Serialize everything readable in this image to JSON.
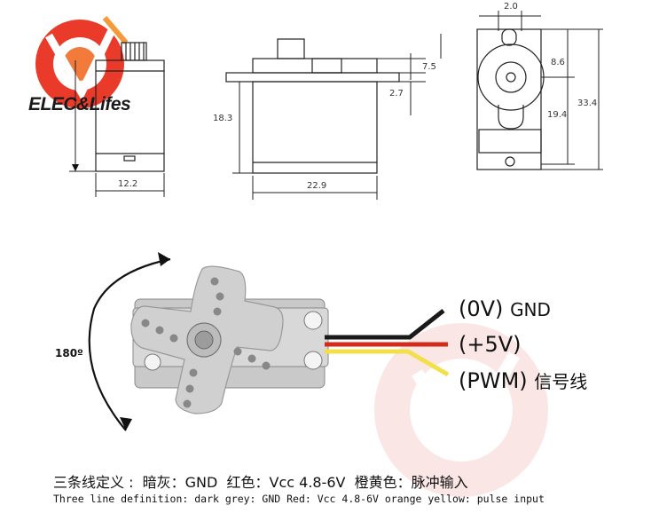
{
  "brand": {
    "name": "ELEC&Lifes"
  },
  "dimensions": {
    "front_width": "12.2",
    "side_width": "22.9",
    "side_height": "18.3",
    "top_offset": "7.5",
    "flange_thickness": "2.7",
    "hole_width": "2.0",
    "shaft_offset": "8.6",
    "flange_height": "19.4",
    "total_height": "33.4"
  },
  "rotation": {
    "label": "180º"
  },
  "wires": {
    "gnd": {
      "label": "(0V)",
      "name": "GND",
      "color": "#1a1a1a"
    },
    "vcc": {
      "label": "(+5V)",
      "color": "#d42a1c"
    },
    "pwm": {
      "label": "(PWM)",
      "name": "信号线",
      "color": "#f2e04a"
    }
  },
  "caption": {
    "chinese": "三条线定义 :  暗灰：GND  红色：Vcc 4.8-6V  橙黄色：脉冲输入",
    "english": "Three line definition: dark grey: GND Red: Vcc 4.8-6V orange yellow: pulse input"
  }
}
